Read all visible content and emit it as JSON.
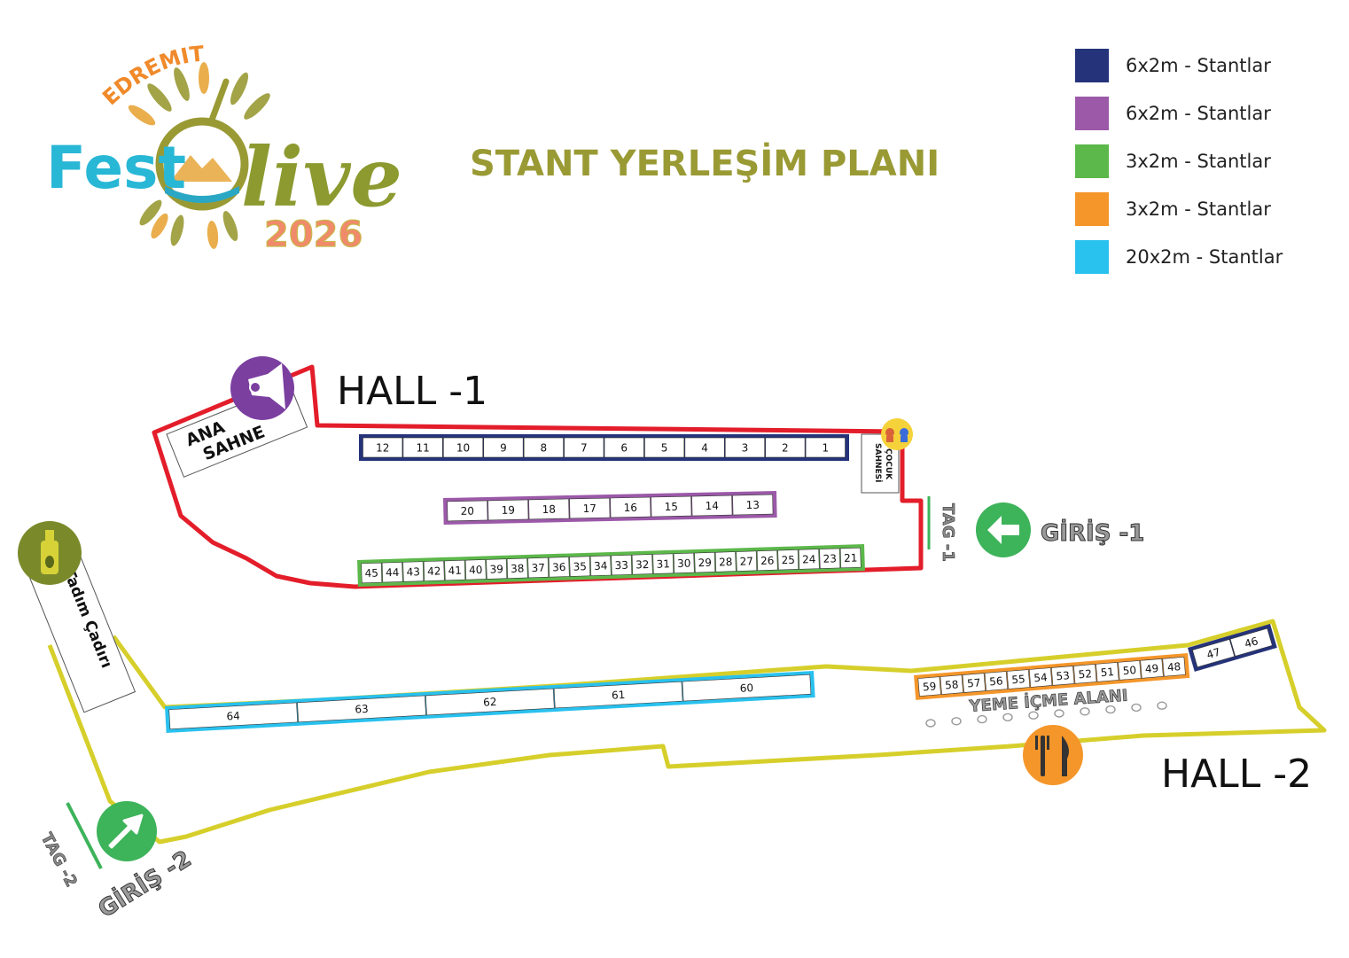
{
  "logo": {
    "brand_top": "EDREMIT",
    "brand_fest": "Fest",
    "brand_live": "live",
    "brand_year": "2026"
  },
  "title": "STANT YERLEŞİM PLANI",
  "legend": [
    {
      "color": "#25337a",
      "label": "6x2m - Stantlar"
    },
    {
      "color": "#9b59a8",
      "label": "6x2m - Stantlar"
    },
    {
      "color": "#5cb84a",
      "label": "3x2m - Stantlar"
    },
    {
      "color": "#f4962a",
      "label": "3x2m - Stantlar"
    },
    {
      "color": "#29c1ee",
      "label": "20x2m - Stantlar"
    }
  ],
  "colors": {
    "hall1_border": "#e31d2a",
    "hall2_border": "#d6cf2b",
    "navy": "#25337a",
    "purple": "#9b59a8",
    "green": "#5cb84a",
    "orange": "#f4962a",
    "cyan": "#29c1ee",
    "entry_green": "#3db35a",
    "title_olive": "#9a9a35"
  },
  "halls": {
    "hall1": "HALL -1",
    "hall2": "HALL -2"
  },
  "stages": {
    "main_stage_line1": "ANA",
    "main_stage_line2": "SAHNE",
    "kids_stage_line1": "ÇOCUK",
    "kids_stage_line2": "SAHNESİ",
    "tasting_tent": "Tadım Çadırı",
    "food_area": "YEME İÇME ALANI"
  },
  "entrances": {
    "entry1": "GİRİŞ -1",
    "entry2": "GİRİŞ -2",
    "tag1": "TAG -1",
    "tag2": "TAG -2"
  },
  "icons": {
    "main_stage": "megaphone-icon",
    "kids_stage": "kids-icon",
    "tasting": "olive-oil-bottle-icon",
    "food": "fork-knife-icon",
    "entry1": "arrow-left-icon",
    "entry2": "arrow-up-right-icon"
  },
  "stands": {
    "navy_row": [
      "12",
      "11",
      "10",
      "9",
      "8",
      "7",
      "6",
      "5",
      "4",
      "3",
      "2",
      "1"
    ],
    "purple_row": [
      "20",
      "19",
      "18",
      "17",
      "16",
      "15",
      "14",
      "13"
    ],
    "green_row": [
      "45",
      "44",
      "43",
      "42",
      "41",
      "40",
      "39",
      "38",
      "37",
      "36",
      "35",
      "34",
      "33",
      "32",
      "31",
      "30",
      "29",
      "28",
      "27",
      "26",
      "25",
      "24",
      "23",
      "21"
    ],
    "cyan_row": [
      "64",
      "63",
      "62",
      "61",
      "60"
    ],
    "orange_row": [
      "59",
      "58",
      "57",
      "56",
      "55",
      "54",
      "53",
      "52",
      "51",
      "50",
      "49",
      "48"
    ],
    "navy_small": [
      "47",
      "46"
    ]
  }
}
